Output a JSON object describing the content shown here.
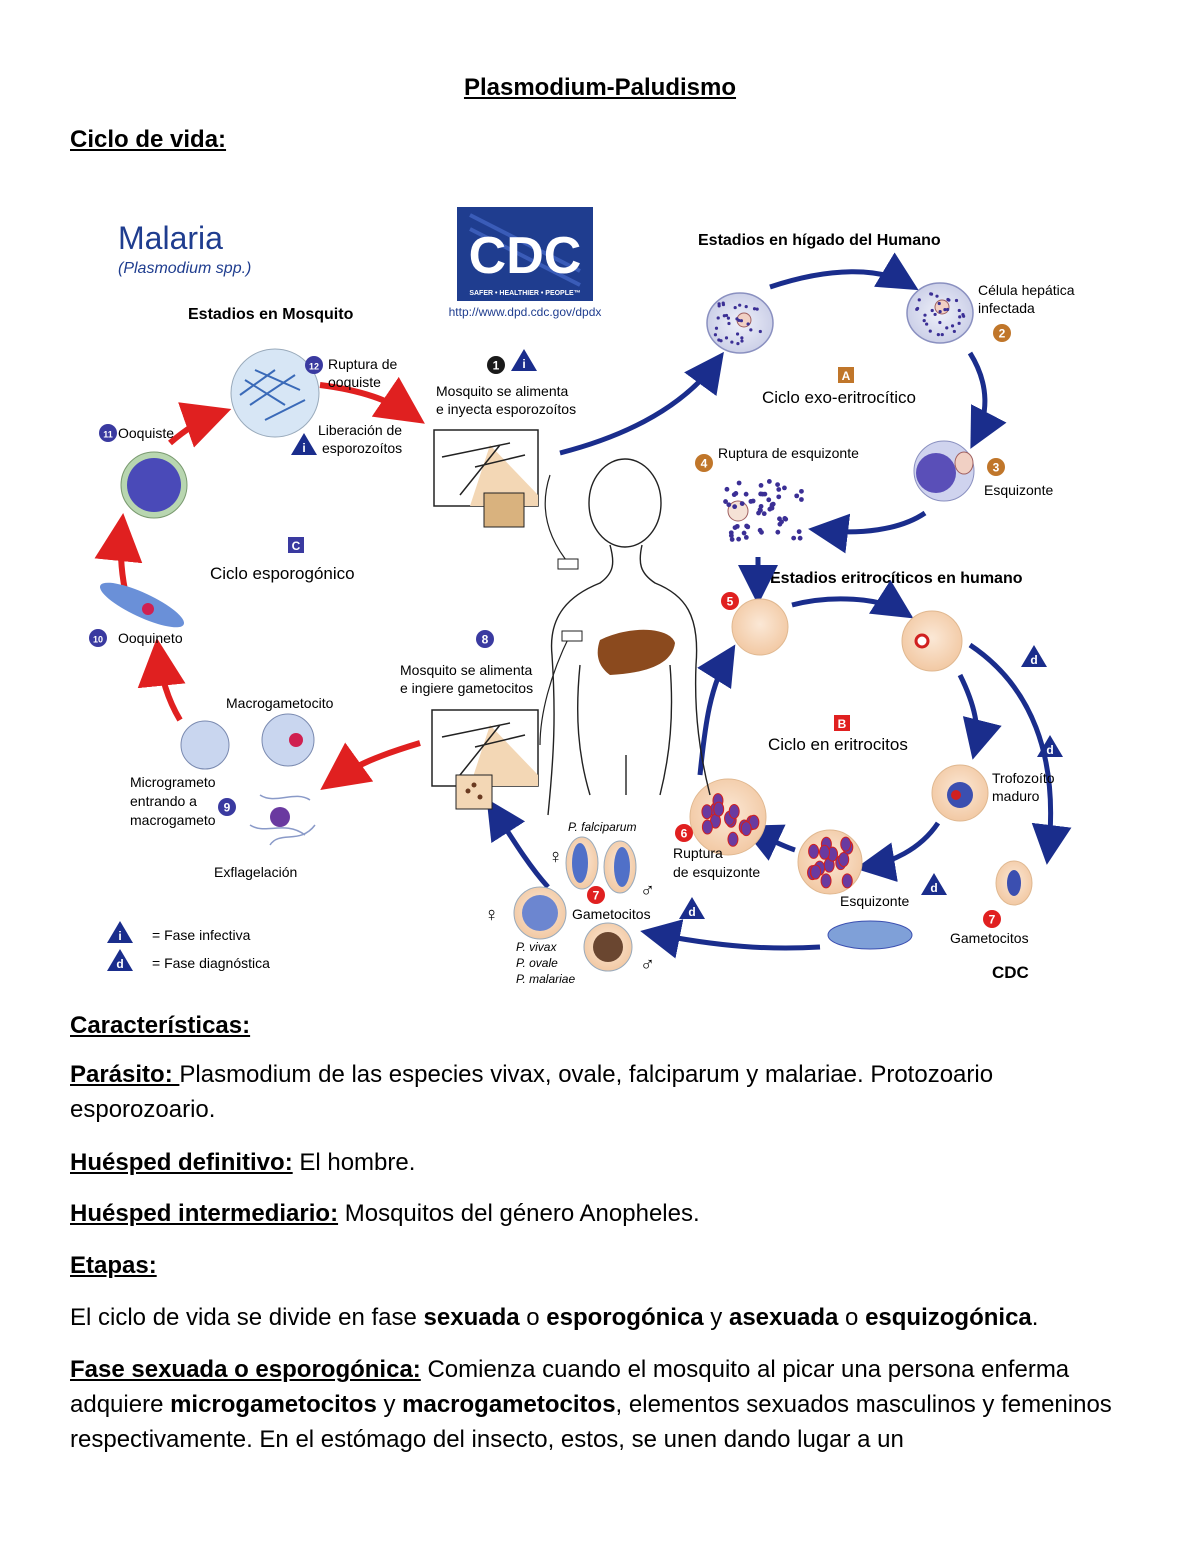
{
  "doc": {
    "title": "Plasmodium-Paludismo",
    "section_cycle": "Ciclo de vida:",
    "section_features": "Características:",
    "parasite_label": "Parásito: ",
    "parasite_text": "Plasmodium de las especies vivax, ovale, falciparum y malariae. Protozoario esporozoario.",
    "definitive_host_label": "Huésped definitivo:",
    "definitive_host_text": " El hombre.",
    "intermediate_host_label": "Huésped intermediario:",
    "intermediate_host_text": " Mosquitos del género Anopheles.",
    "stages_heading": "Etapas:",
    "stages_p1": "El ciclo de vida se divide en fase ",
    "stages_b1": "sexuada",
    "stages_p2": " o ",
    "stages_b2": "esporogónica",
    "stages_p3": " y ",
    "stages_b3": "asexuada",
    "stages_p4": " o ",
    "stages_b4": "esquizogónica",
    "stages_p5": ".",
    "sexual_label": "Fase sexuada o esporogónica:",
    "sexual_t1": " Comienza cuando el mosquito al picar una persona enferma adquiere ",
    "sexual_b1": "microgametocitos",
    "sexual_t2": " y ",
    "sexual_b2": "macrogametocitos",
    "sexual_t3": ", elementos sexuados masculinos y femeninos respectivamente. En el estómago del insecto, estos, se unen dando lugar a un"
  },
  "diagram": {
    "malaria_title": "Malaria",
    "malaria_sub": "(Plasmodium spp.)",
    "cdc_logo": "CDC",
    "cdc_tagline": "SAFER • HEALTHIER • PEOPLE™",
    "cdc_url": "http://www.dpd.cdc.gov/dpdx",
    "mosquito_stages": "Estadios en Mosquito",
    "liver_stages": "Estadios en hígado del Humano",
    "erythro_stages": "Estadios eritrocíticos en humano",
    "cycle_a_letter": "A",
    "cycle_a": "Ciclo exo-eritrocítico",
    "cycle_b_letter": "B",
    "cycle_b": "Ciclo en eritrocitos",
    "cycle_c_letter": "C",
    "cycle_c": "Ciclo esporogónico",
    "s1_line1": "Mosquito se alimenta",
    "s1_line2": "e inyecta esporozoítos",
    "s2_line1": "Célula hepática",
    "s2_line2": "infectada",
    "s3": "Esquizonte",
    "s4": "Ruptura de esquizonte",
    "s5": "5",
    "s6_line1": "Ruptura",
    "s6_line2": "de esquizonte",
    "s7a": "Gametocitos",
    "s7b": "Gametocitos",
    "s8_line1": "Mosquito se alimenta",
    "s8_line2": "e ingiere gametocitos",
    "s9_line1": "Microgrameto",
    "s9_line2": "entrando a",
    "s9_line3": "macrogameto",
    "s10": "Ooquineto",
    "s11": "Ooquiste",
    "s12_line1": "Ruptura de",
    "s12_line2": "ooquiste",
    "release_line1": "Liberación de",
    "release_line2": "esporozoítos",
    "macrogametocyte": "Macrogametocito",
    "exflagellation": "Exflagelación",
    "trophozoite_line1": "Trofozoíto",
    "trophozoite_line2": "maduro",
    "schizont_b": "Esquizonte",
    "p_falciparum": "P. falciparum",
    "p_vivax": "P. vivax",
    "p_ovale": "P. ovale",
    "p_malariae": "P. malariae",
    "legend_i": "= Fase infectiva",
    "legend_d": "= Fase diagnóstica",
    "cdc_footer": "CDC",
    "n1": "1",
    "n2": "2",
    "n3": "3",
    "n4": "4",
    "n5": "5",
    "n6": "6",
    "n7": "7",
    "n8": "8",
    "n9": "9",
    "n10": "10",
    "n11": "11",
    "n12": "12",
    "i_letter": "i",
    "d_letter": "d",
    "female": "♀",
    "male": "♂"
  },
  "colors": {
    "navy": "#1a2d8c",
    "red": "#e02020",
    "cell": "#f7dcc0",
    "liver": "#8b4a1e",
    "cdc_blue": "#1f3d8f"
  }
}
